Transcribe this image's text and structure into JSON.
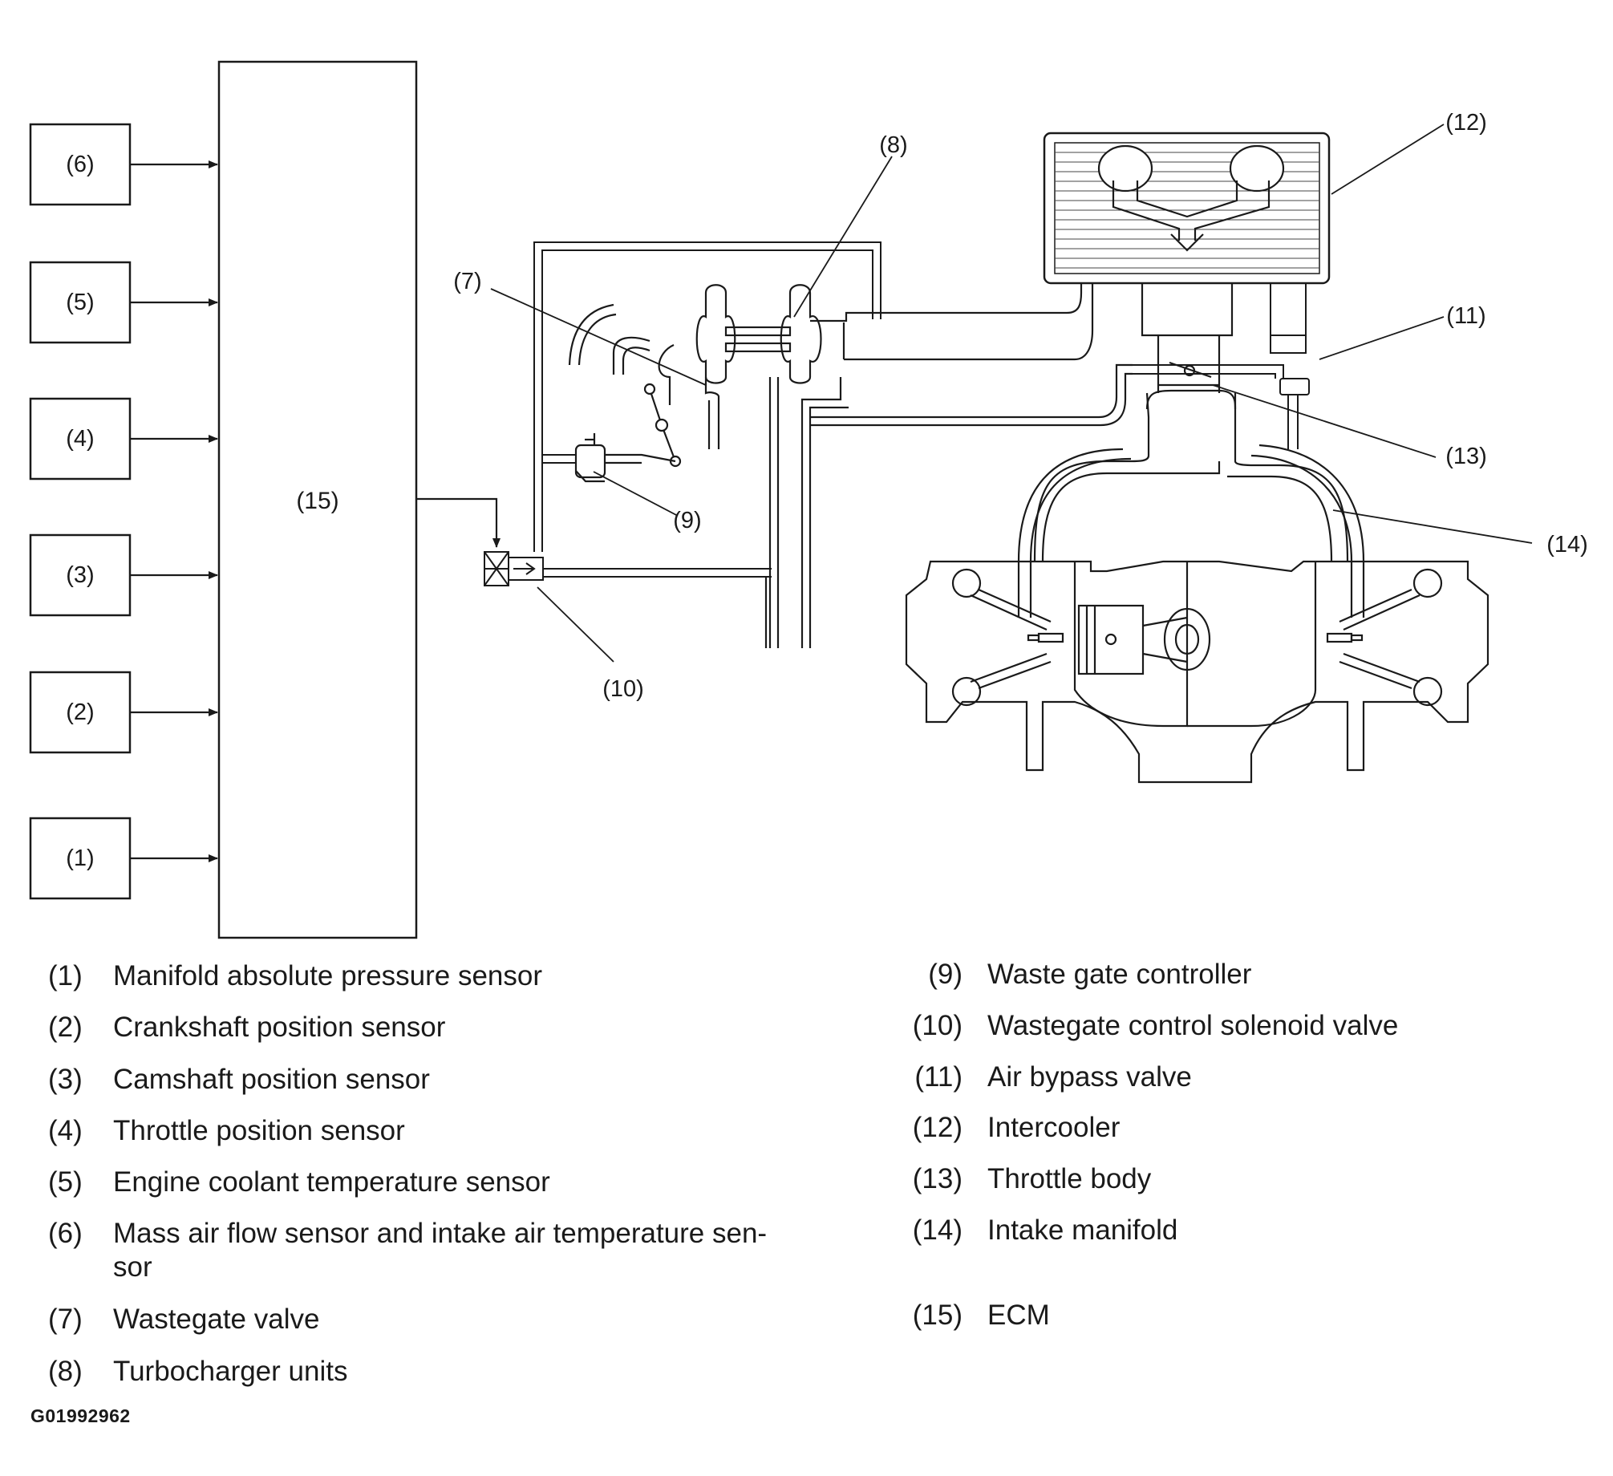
{
  "sensors": [
    {
      "id": "sensor-6",
      "label": "(6)"
    },
    {
      "id": "sensor-5",
      "label": "(5)"
    },
    {
      "id": "sensor-4",
      "label": "(4)"
    },
    {
      "id": "sensor-3",
      "label": "(3)"
    },
    {
      "id": "sensor-2",
      "label": "(2)"
    },
    {
      "id": "sensor-1",
      "label": "(1)"
    }
  ],
  "ecm_label": "(15)",
  "callouts": {
    "c7": "(7)",
    "c8": "(8)",
    "c9": "(9)",
    "c10": "(10)",
    "c11": "(11)",
    "c12": "(12)",
    "c13": "(13)",
    "c14": "(14)"
  },
  "legend_left": [
    {
      "num": "(1)",
      "text": "Manifold absolute pressure sensor"
    },
    {
      "num": "(2)",
      "text": "Crankshaft position sensor"
    },
    {
      "num": "(3)",
      "text": "Camshaft position sensor"
    },
    {
      "num": "(4)",
      "text": "Throttle position sensor"
    },
    {
      "num": "(5)",
      "text": "Engine coolant temperature sensor"
    },
    {
      "num": "(6)",
      "text": "Mass air flow sensor and intake air temperature sen-",
      "text2": "sor"
    },
    {
      "num": "(7)",
      "text": "Wastegate valve"
    },
    {
      "num": "(8)",
      "text": "Turbocharger units"
    }
  ],
  "legend_right": [
    {
      "num": "(9)",
      "text": "Waste gate controller"
    },
    {
      "num": "(10)",
      "text": "Wastegate control solenoid valve"
    },
    {
      "num": "(11)",
      "text": "Air bypass valve"
    },
    {
      "num": "(12)",
      "text": "Intercooler"
    },
    {
      "num": "(13)",
      "text": "Throttle body"
    },
    {
      "num": "(14)",
      "text": "Intake manifold"
    },
    {
      "num": "(15)",
      "text": "ECM"
    }
  ],
  "figure_id": "G01992962"
}
